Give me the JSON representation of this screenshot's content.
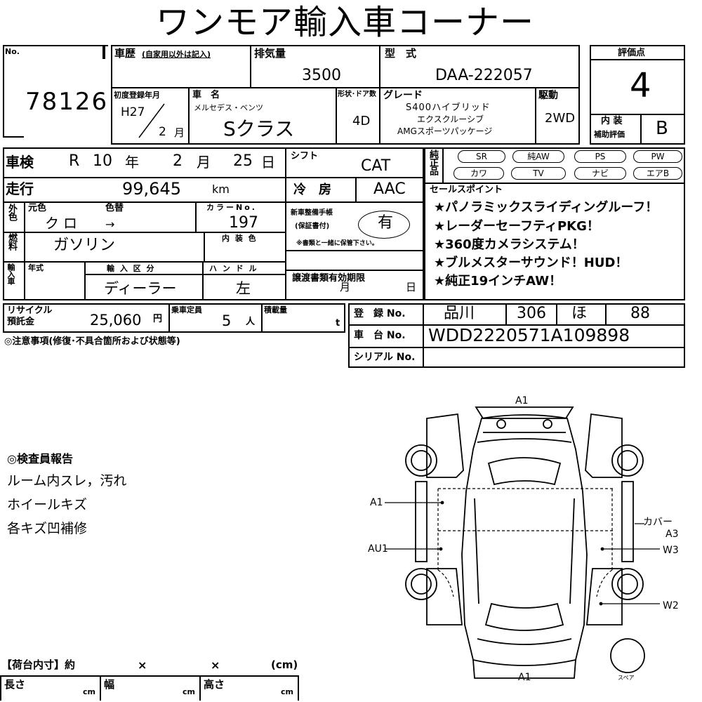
{
  "header": {
    "title": "ワンモア輸入車コーナー"
  },
  "no": {
    "label": "No.",
    "value": "78126"
  },
  "history": {
    "label": "車歴",
    "note": "(自家用以外は記入)"
  },
  "displacement": {
    "label": "排気量",
    "value": "3500"
  },
  "model": {
    "label": "型　式",
    "value": "DAA-222057"
  },
  "score": {
    "label": "評価点",
    "value": "4",
    "interior_label_1": "内 装",
    "interior_label_2": "補助評価",
    "interior_value": "B"
  },
  "registration": {
    "label": "初度登録年月",
    "era": "H27",
    "month": "2",
    "month_unit": "月"
  },
  "name": {
    "label": "車　名",
    "maker": "メルセデス・ベンツ",
    "model": "Sクラス"
  },
  "shape": {
    "label": "形状･ドア数",
    "value": "4D"
  },
  "grade": {
    "label": "グレード",
    "line1": "S400ハイブリッド",
    "line2": "エクスクルーシブ",
    "line3": "AMGスポーツパッケージ"
  },
  "drive": {
    "label": "駆動",
    "value": "2WD"
  },
  "inspection": {
    "label": "車検",
    "era": "R",
    "year": "10",
    "year_unit": "年",
    "month": "2",
    "month_unit": "月",
    "day": "25",
    "day_unit": "日"
  },
  "shift": {
    "label": "シフト",
    "value": "CAT"
  },
  "equipment": {
    "label": "純正品",
    "items": [
      "SR",
      "純AW",
      "PS",
      "PW",
      "カワ",
      "TV",
      "ナビ",
      "エアB"
    ]
  },
  "mileage": {
    "label": "走行",
    "value": "99,645",
    "unit": "km"
  },
  "ac": {
    "label": "冷　房",
    "value": "AAC"
  },
  "sales": {
    "label": "セールスポイント",
    "points": [
      "★パノラミックスライディングルーフ！",
      "★レーダーセーフティPKG！",
      "★360度カメラシステム！",
      "★ブルメスターサウンド！HUD！",
      "★純正19インチAW！"
    ]
  },
  "color": {
    "side_label": "外色",
    "original_label": "元色",
    "original": "クロ",
    "change_label": "色替",
    "change": "→",
    "code_label": "カラーNo.",
    "code": "197"
  },
  "manual": {
    "label1": "新車整備手帳",
    "label2": "(保証書付)",
    "value": "有",
    "note": "※書類と一緒に保管下さい。"
  },
  "fuel": {
    "label": "燃料",
    "value": "ガソリン",
    "interior_color_label": "内 装 色"
  },
  "import": {
    "side_label": "輸入車",
    "year_label": "年式",
    "category_label": "輸 入 区 分",
    "category": "ディーラー",
    "handle_label": "ハ ン ド ル",
    "handle": "左"
  },
  "transfer": {
    "label": "譲渡書類有効期限",
    "month_unit": "月",
    "day_unit": "日"
  },
  "recycle": {
    "label1": "リサイクル",
    "label2": "預託金",
    "value": "25,060",
    "unit": "円"
  },
  "capacity": {
    "label": "乗車定員",
    "value": "5",
    "unit": "人"
  },
  "load": {
    "label": "積載量",
    "unit": "t"
  },
  "reg_no": {
    "label": "登　録 No.",
    "area": "品川",
    "class": "306",
    "kana": "ほ",
    "number": "88"
  },
  "chassis": {
    "label": "車　台 No.",
    "value": "WDD2220571A109898"
  },
  "serial": {
    "label": "シリアル No."
  },
  "notes": {
    "label": "◎注意事項(修復･不具合箇所および状態等)"
  },
  "inspector": {
    "label": "◎検査員報告",
    "lines": [
      "ルーム内スレ，汚れ",
      "ホイールキズ",
      "各キズ凹補修"
    ]
  },
  "cargo": {
    "label": "【荷台内寸】約",
    "x1": "×",
    "x2": "×",
    "unit": "(cm)",
    "length_label": "長さ",
    "width_label": "幅",
    "height_label": "高さ",
    "cm": "cm"
  },
  "diagram": {
    "marks": [
      "A1",
      "A1",
      "AU1",
      "カバー",
      "A3",
      "W3",
      "W2",
      "A1"
    ],
    "spare": "スペア"
  }
}
